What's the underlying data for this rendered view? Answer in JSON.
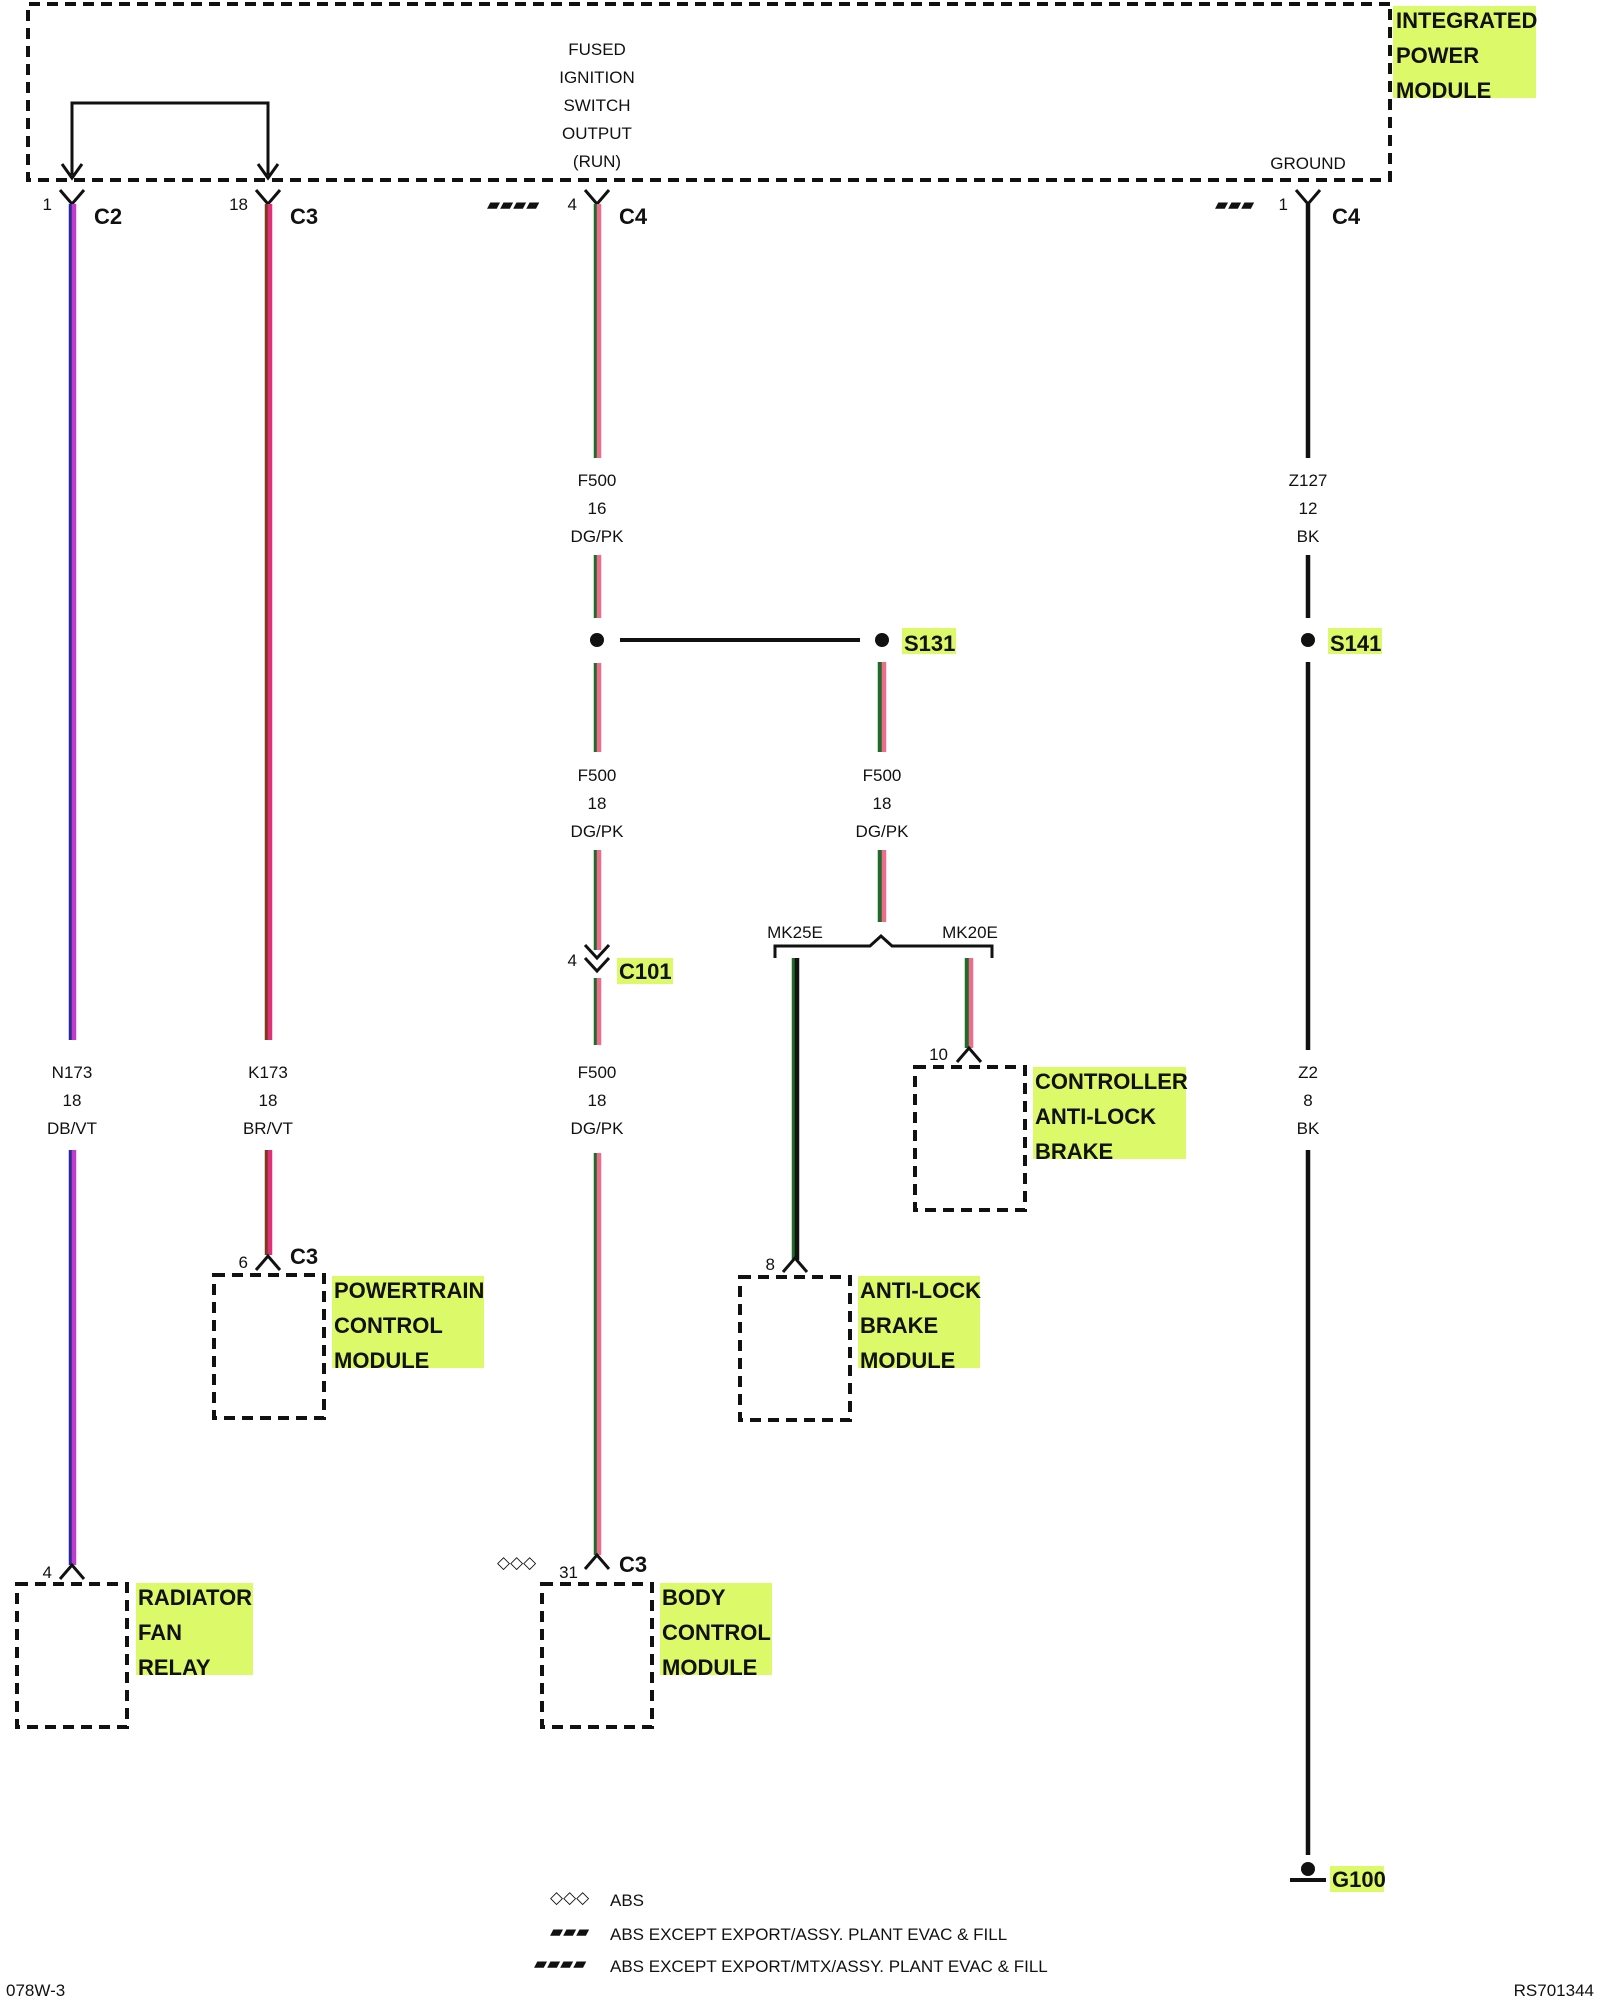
{
  "colors": {
    "highlight": "#dcf96a",
    "dg": "#1e6b2a",
    "pk": "#ef6d8c",
    "db": "#2a2a9c",
    "vt": "#c23cc8",
    "br": "#7a3b1a",
    "bk": "#111111"
  },
  "ipm": {
    "title_lines": [
      "INTEGRATED",
      "POWER",
      "MODULE"
    ],
    "fused_lines": [
      "FUSED",
      "IGNITION",
      "SWITCH",
      "OUTPUT",
      "(RUN)"
    ],
    "ground_label": "GROUND"
  },
  "connectors": {
    "c2_pin": "1",
    "c2": "C2",
    "c3_pin": "18",
    "c3": "C3",
    "c4_pin": "4",
    "c4": "C4",
    "c4g_pin": "1",
    "c4g": "C4",
    "c101_pin": "4",
    "c101": "C101",
    "pcm_pin": "6",
    "pcm_conn": "C3",
    "bcm_pin": "31",
    "bcm_conn": "C3",
    "rfr_pin": "4",
    "abm_pin": "8",
    "cab_pin": "10"
  },
  "wires": {
    "f500_top": [
      "F500",
      "16",
      "DG/PK"
    ],
    "z127": [
      "Z127",
      "12",
      "BK"
    ],
    "f500_left": [
      "F500",
      "18",
      "DG/PK"
    ],
    "f500_right": [
      "F500",
      "18",
      "DG/PK"
    ],
    "f500_c101": [
      "F500",
      "18",
      "DG/PK"
    ],
    "n173": [
      "N173",
      "18",
      "DB/VT"
    ],
    "k173": [
      "K173",
      "18",
      "BR/VT"
    ],
    "z2": [
      "Z2",
      "8",
      "BK"
    ]
  },
  "splices": {
    "s131": "S131",
    "s141": "S141"
  },
  "ground": "G100",
  "variants": {
    "left": "MK25E",
    "right": "MK20E"
  },
  "components": {
    "pcm": [
      "POWERTRAIN",
      "CONTROL",
      "MODULE"
    ],
    "abm": [
      "ANTI-LOCK",
      "BRAKE",
      "MODULE"
    ],
    "cab": [
      "CONTROLLER",
      "ANTI-LOCK",
      "BRAKE"
    ],
    "rfr": [
      "RADIATOR",
      "FAN",
      "RELAY"
    ],
    "bcm": [
      "BODY",
      "CONTROL",
      "MODULE"
    ]
  },
  "legend": [
    {
      "symbol": "◇◇◇",
      "text": "ABS"
    },
    {
      "symbol": "▰▰▰",
      "text": "ABS EXCEPT EXPORT/ASSY. PLANT EVAC & FILL"
    },
    {
      "symbol": "▰▰▰▰",
      "text": "ABS EXCEPT EXPORT/MTX/ASSY. PLANT EVAC & FILL"
    }
  ],
  "opt_symbols": {
    "c4_run": "▰▰▰▰",
    "c4_ground": "▰▰▰",
    "bcm": "◇◇◇"
  },
  "footer": {
    "left": "078W-3",
    "right": "RS701344"
  }
}
